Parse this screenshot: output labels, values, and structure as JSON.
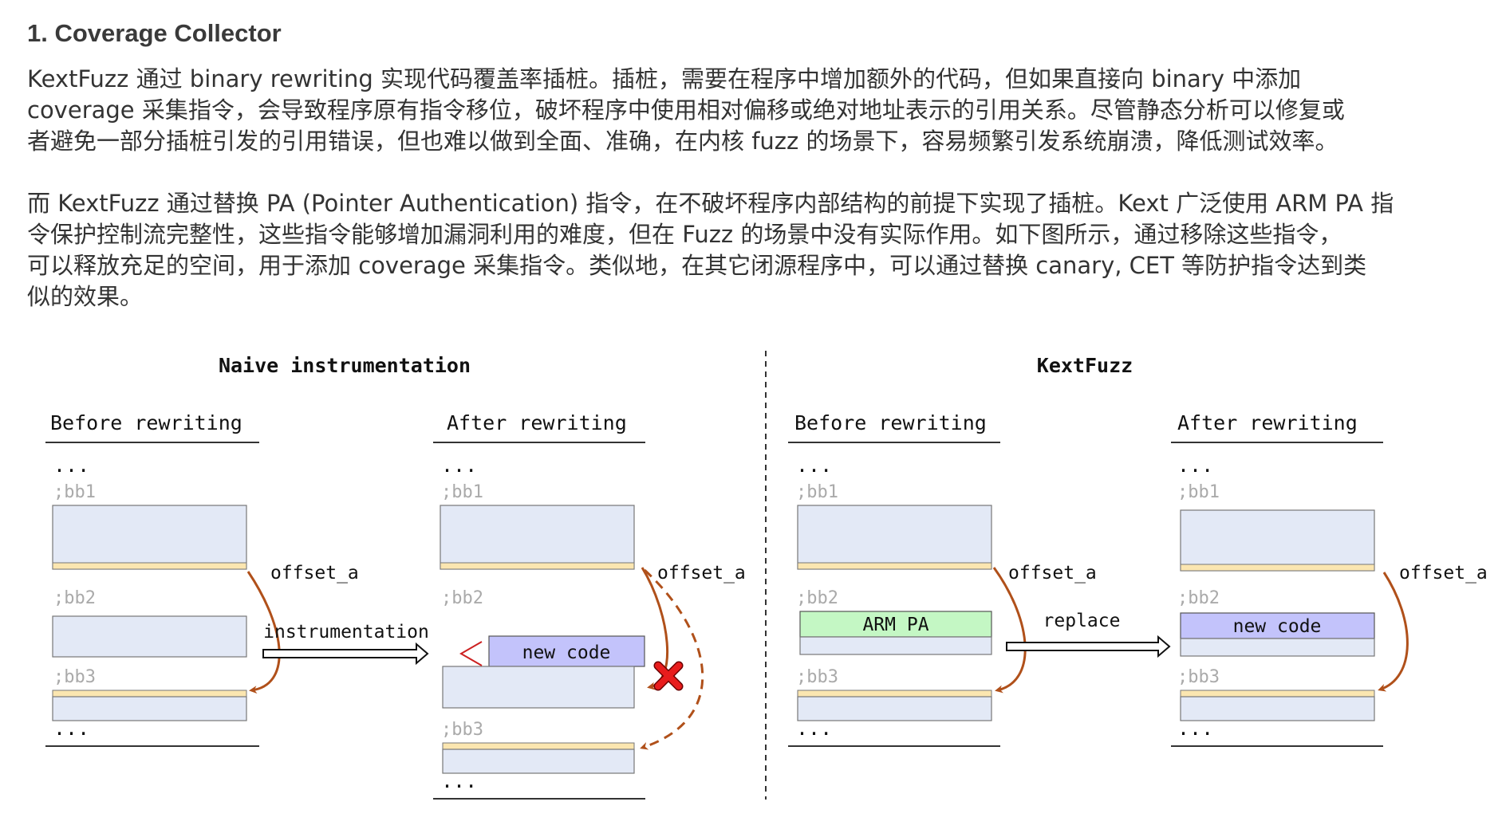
{
  "heading": "1. Coverage Collector",
  "paragraph1": [
    "KextFuzz 通过 binary rewriting 实现代码覆盖率插桩。插桩，需要在程序中增加额外的代码，但如果直接向 binary 中添加",
    "coverage 采集指令，会导致程序原有指令移位，破坏程序中使用相对偏移或绝对地址表示的引用关系。尽管静态分析可以修复或",
    "者避免一部分插桩引发的引用错误，但也难以做到全面、准确，在内核 fuzz 的场景下，容易频繁引发系统崩溃，降低测试效率。"
  ],
  "paragraph2": [
    "而 KextFuzz 通过替换 PA (Pointer Authentication) 指令，在不破坏程序内部结构的前提下实现了插桩。Kext 广泛使用 ARM PA 指",
    "令保护控制流完整性，这些指令能够增加漏洞利用的难度，但在 Fuzz 的场景中没有实际作用。如下图所示，通过移除这些指令，",
    "可以释放充足的空间，用于添加 coverage 采集指令。类似地，在其它闭源程序中，可以通过替换 canary, CET 等防护指令达到类",
    "似的效果。"
  ],
  "diagram": {
    "naive_title": "Naive instrumentation",
    "kext_title": "KextFuzz",
    "before_label": "Before rewriting",
    "after_label": "After rewriting",
    "ellipsis": "...",
    "bb1": ";bb1",
    "bb2": ";bb2",
    "bb3": ";bb3",
    "offset": "offset_a",
    "instrumentation": "instrumentation",
    "replace": "replace",
    "new_code": "new code",
    "arm_pa": "ARM PA",
    "colors": {
      "block": "#e3e9f6",
      "block_tail": "#fbe6b0",
      "new_code": "#c3c3fb",
      "arm_pa": "#c4f7c4",
      "arrow": "#b0501a",
      "cross": "#e81c1c"
    }
  }
}
